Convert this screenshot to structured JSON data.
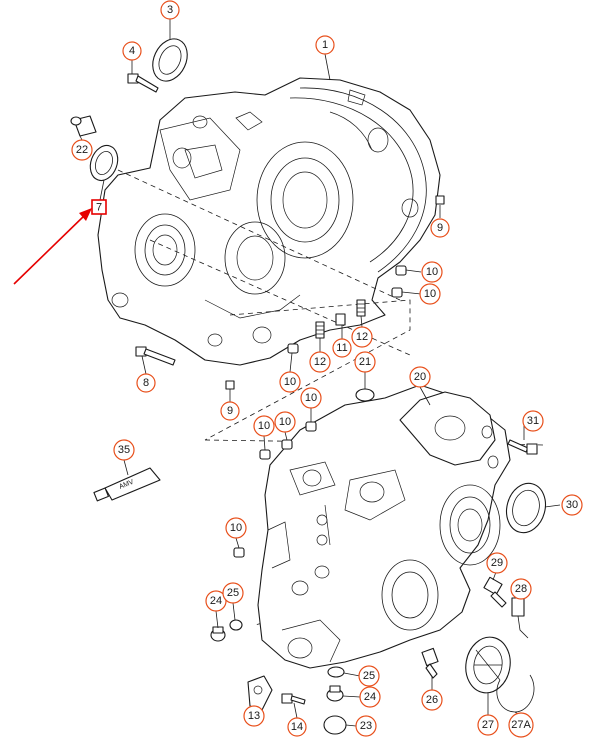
{
  "diagram": {
    "arrow_color": "#e60000",
    "callout_color": "#e8501c",
    "sealant_tube_label": "AMV",
    "callouts": [
      {
        "id": "c1",
        "label": "1"
      },
      {
        "id": "c3",
        "label": "3"
      },
      {
        "id": "c4",
        "label": "4"
      },
      {
        "id": "c22",
        "label": "22"
      },
      {
        "id": "c7",
        "label": "7"
      },
      {
        "id": "c9a",
        "label": "9"
      },
      {
        "id": "c10a",
        "label": "10"
      },
      {
        "id": "c10b",
        "label": "10"
      },
      {
        "id": "c12a",
        "label": "12"
      },
      {
        "id": "c11",
        "label": "11"
      },
      {
        "id": "c12b",
        "label": "12"
      },
      {
        "id": "c8",
        "label": "8"
      },
      {
        "id": "c10c",
        "label": "10"
      },
      {
        "id": "c9b",
        "label": "9"
      },
      {
        "id": "c21",
        "label": "21"
      },
      {
        "id": "c20",
        "label": "20"
      },
      {
        "id": "c10d",
        "label": "10"
      },
      {
        "id": "c10e",
        "label": "10"
      },
      {
        "id": "c10f",
        "label": "10"
      },
      {
        "id": "c31",
        "label": "31"
      },
      {
        "id": "c35",
        "label": "35"
      },
      {
        "id": "c30",
        "label": "30"
      },
      {
        "id": "c10g",
        "label": "10"
      },
      {
        "id": "c29",
        "label": "29"
      },
      {
        "id": "c28",
        "label": "28"
      },
      {
        "id": "c24a",
        "label": "24"
      },
      {
        "id": "c25a",
        "label": "25"
      },
      {
        "id": "c25b",
        "label": "25"
      },
      {
        "id": "c24b",
        "label": "24"
      },
      {
        "id": "c26",
        "label": "26"
      },
      {
        "id": "c23",
        "label": "23"
      },
      {
        "id": "c13",
        "label": "13"
      },
      {
        "id": "c14",
        "label": "14"
      },
      {
        "id": "c27",
        "label": "27"
      },
      {
        "id": "c27a",
        "label": "27A"
      }
    ]
  }
}
